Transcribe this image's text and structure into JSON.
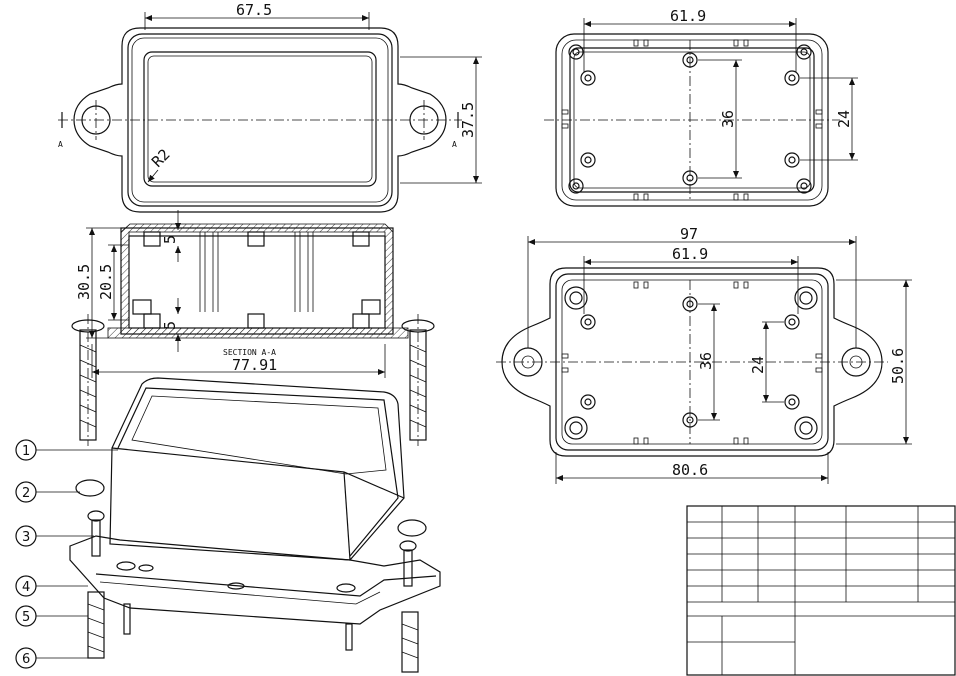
{
  "top_view": {
    "dims": {
      "width": "67.5",
      "height": "37.5",
      "radius": "R2"
    },
    "section_marks": [
      "A",
      "A"
    ]
  },
  "section_view": {
    "dims": {
      "total_height": "30.5",
      "inner_height": "20.5",
      "wall_top": "5",
      "wall_bottom": "5",
      "width": "77.91"
    },
    "label": "SECTION A-A"
  },
  "top_right_view": {
    "dims": {
      "width": "61.9",
      "hole_spacing_v": "36",
      "hole_spacing_v2": "24"
    }
  },
  "bottom_view": {
    "dims": {
      "overall_width": "97",
      "hole_width": "61.9",
      "body_width": "80.6",
      "height": "50.6",
      "hole_spacing_v": "36",
      "hole_spacing_v2": "24"
    }
  },
  "callouts": [
    "1",
    "2",
    "3",
    "4",
    "5",
    "6"
  ],
  "title_block": {
    "rows": 8
  }
}
